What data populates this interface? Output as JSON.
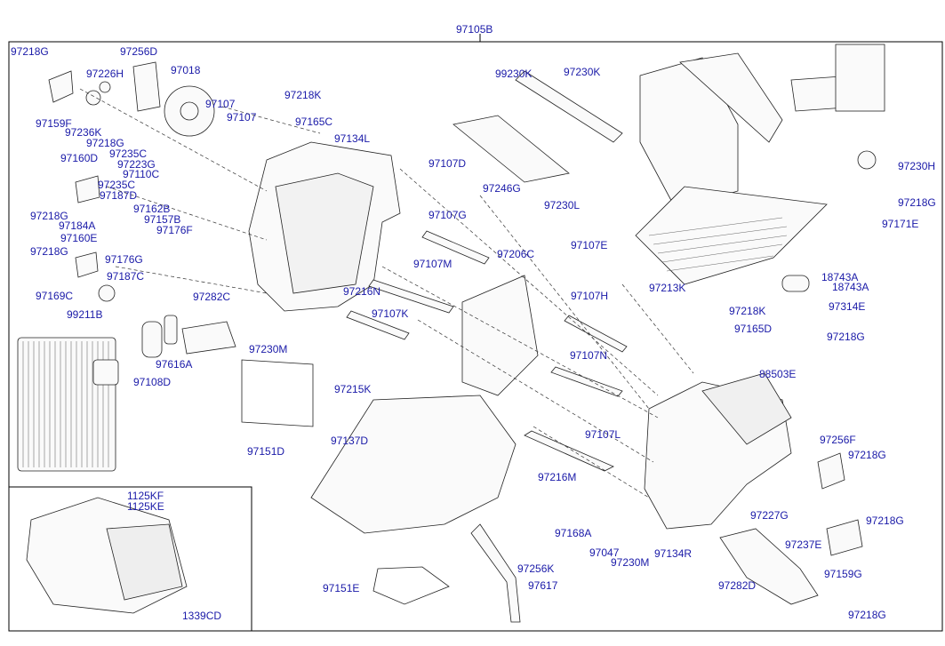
{
  "diagram": {
    "top_label": "97105B",
    "inset_labels": [
      "1125KF",
      "1125KE",
      "1339CD"
    ],
    "part_labels": [
      "97218G",
      "97256D",
      "97226H",
      "97018",
      "97159F",
      "97236K",
      "97218G",
      "97235C",
      "97223G",
      "97107",
      "97107",
      "97218K",
      "97165C",
      "97134L",
      "99230K",
      "97230K",
      "97230H",
      "97160D",
      "97110C",
      "97235C",
      "97187D",
      "97218G",
      "97184A",
      "97160E",
      "97162B",
      "97157B",
      "97176F",
      "97107D",
      "97246G",
      "97230L",
      "97218G",
      "97171E",
      "97218G",
      "97176G",
      "97169C",
      "97187C",
      "97107G",
      "97107M",
      "97206C",
      "97107E",
      "97213K",
      "18743A",
      "18743A",
      "99211B",
      "97282C",
      "97216N",
      "97107K",
      "97107H",
      "97218K",
      "97314E",
      "97165D",
      "97218G",
      "97230M",
      "97616A",
      "97108D",
      "97215K",
      "97107N",
      "88503E",
      "97151D",
      "97137D",
      "97107L",
      "97256F",
      "97218G",
      "97216M",
      "97227G",
      "97218G",
      "97168A",
      "97237E",
      "97047",
      "97230M",
      "97134R",
      "97159G",
      "97256K",
      "97282D",
      "97151E",
      "97617",
      "97218G"
    ],
    "line_color": "#000000",
    "label_color": "#1a1aa8"
  }
}
